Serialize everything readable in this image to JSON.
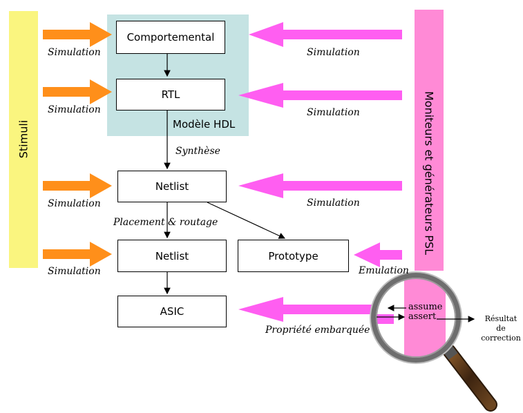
{
  "left_bar": {
    "label": "Stimuli",
    "color": "#faf57f"
  },
  "right_bar": {
    "label": "Moniteurs et générateurs PSL",
    "color": "#ff8ad6"
  },
  "hdl_region": {
    "label": "Modèle HDL",
    "color": "#c5e3e3"
  },
  "boxes": {
    "comportemental": "Comportemental",
    "rtl": "RTL",
    "netlist1": "Netlist",
    "netlist2": "Netlist",
    "prototype": "Prototype",
    "asic": "ASIC"
  },
  "left_labels": [
    "Simulation",
    "Simulation",
    "Simulation",
    "Simulation"
  ],
  "right_labels": [
    "Simulation",
    "Simulation",
    "Simulation",
    "Emulation",
    "Propriété embarquée"
  ],
  "flow_labels": {
    "synthese": "Synthèse",
    "placement": "Placement & routage"
  },
  "magnifier": {
    "assume": "assume",
    "assert": "assert",
    "result": "Résultat de\ncorrection"
  },
  "colors": {
    "orange": "#ff8f1a",
    "magenta": "#ff5ef1"
  }
}
